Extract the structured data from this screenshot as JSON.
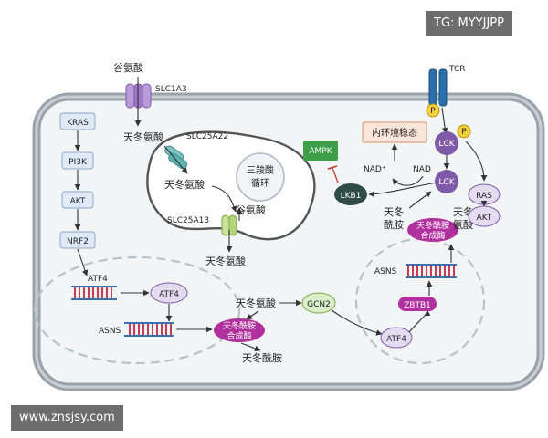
{
  "watermarks": {
    "top_right": "TG: MYYJJPP",
    "bottom_left": "www.znsjsy.com"
  },
  "extracellular": {
    "glutamate": "谷氨酸",
    "slc1a3": "SLC1A3",
    "tcr": "TCR"
  },
  "left_pathway": {
    "kras": "KRAS",
    "pi3k": "PI3K",
    "akt": "AKT",
    "nrf2": "NRF2",
    "atf4_label": "ATF4",
    "atf4_node": "ATF4",
    "asns_label": "ASNS",
    "asn_synthetase_line1": "天冬酰胺",
    "asn_synthetase_line2": "合成酶"
  },
  "mitochondrion": {
    "aspartate_cyto": "天冬氨酸",
    "slc25a22": "SLC25A22",
    "aspartate_mito": "天冬氨酸",
    "tca_line1": "三羧酸",
    "tca_line2": "循环",
    "slc25a13": "SLC25A13",
    "glutamate": "谷氨酸",
    "aspartate_out": "天冬氨酸"
  },
  "center": {
    "aspartate": "天冬氨酸",
    "gcn2": "GCN2",
    "asparagine": "天冬酰胺",
    "atf4": "ATF4"
  },
  "right_pathway": {
    "ampk": "AMPK",
    "homeostasis": "内环境稳态",
    "lkb1": "LKB1",
    "nad_plus": "NAD⁺",
    "nad": "NAD",
    "lck_top": "LCK",
    "p1": "P",
    "p2": "P",
    "lck_mid": "LCK",
    "ras": "RAS",
    "akt": "AKT",
    "asparagine_line1": "天冬",
    "asparagine_line2": "酰胺",
    "aspartate_line1": "天冬",
    "aspartate_line2": "氨酸",
    "asn_synthetase_line1": "天冬酰胺",
    "asn_synthetase_line2": "合成酶",
    "asns": "ASNS",
    "zbtb1": "ZBTB1"
  },
  "colors": {
    "cell_border": "#9aa3aa",
    "cell_fill": "#f3f4f5",
    "node_blue": "#dfe9f7",
    "node_purple": "#7f5aa8",
    "enzyme_magenta": "#b0309e",
    "ampk_green": "#3f9e4a",
    "lkb1_dark": "#2f4d45",
    "gcn2_green": "#d9efc9",
    "dna_red": "#c83c52"
  }
}
